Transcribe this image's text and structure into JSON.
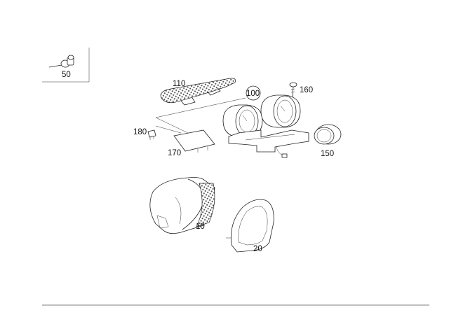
{
  "parts": [
    {
      "id": "p50",
      "label": "50"
    },
    {
      "id": "p110",
      "label": "110"
    },
    {
      "id": "p100",
      "label": "100"
    },
    {
      "id": "p160",
      "label": "160"
    },
    {
      "id": "p180",
      "label": "180"
    },
    {
      "id": "p170",
      "label": "170"
    },
    {
      "id": "p150",
      "label": "150"
    },
    {
      "id": "p10",
      "label": "10"
    },
    {
      "id": "p20",
      "label": "20"
    }
  ]
}
